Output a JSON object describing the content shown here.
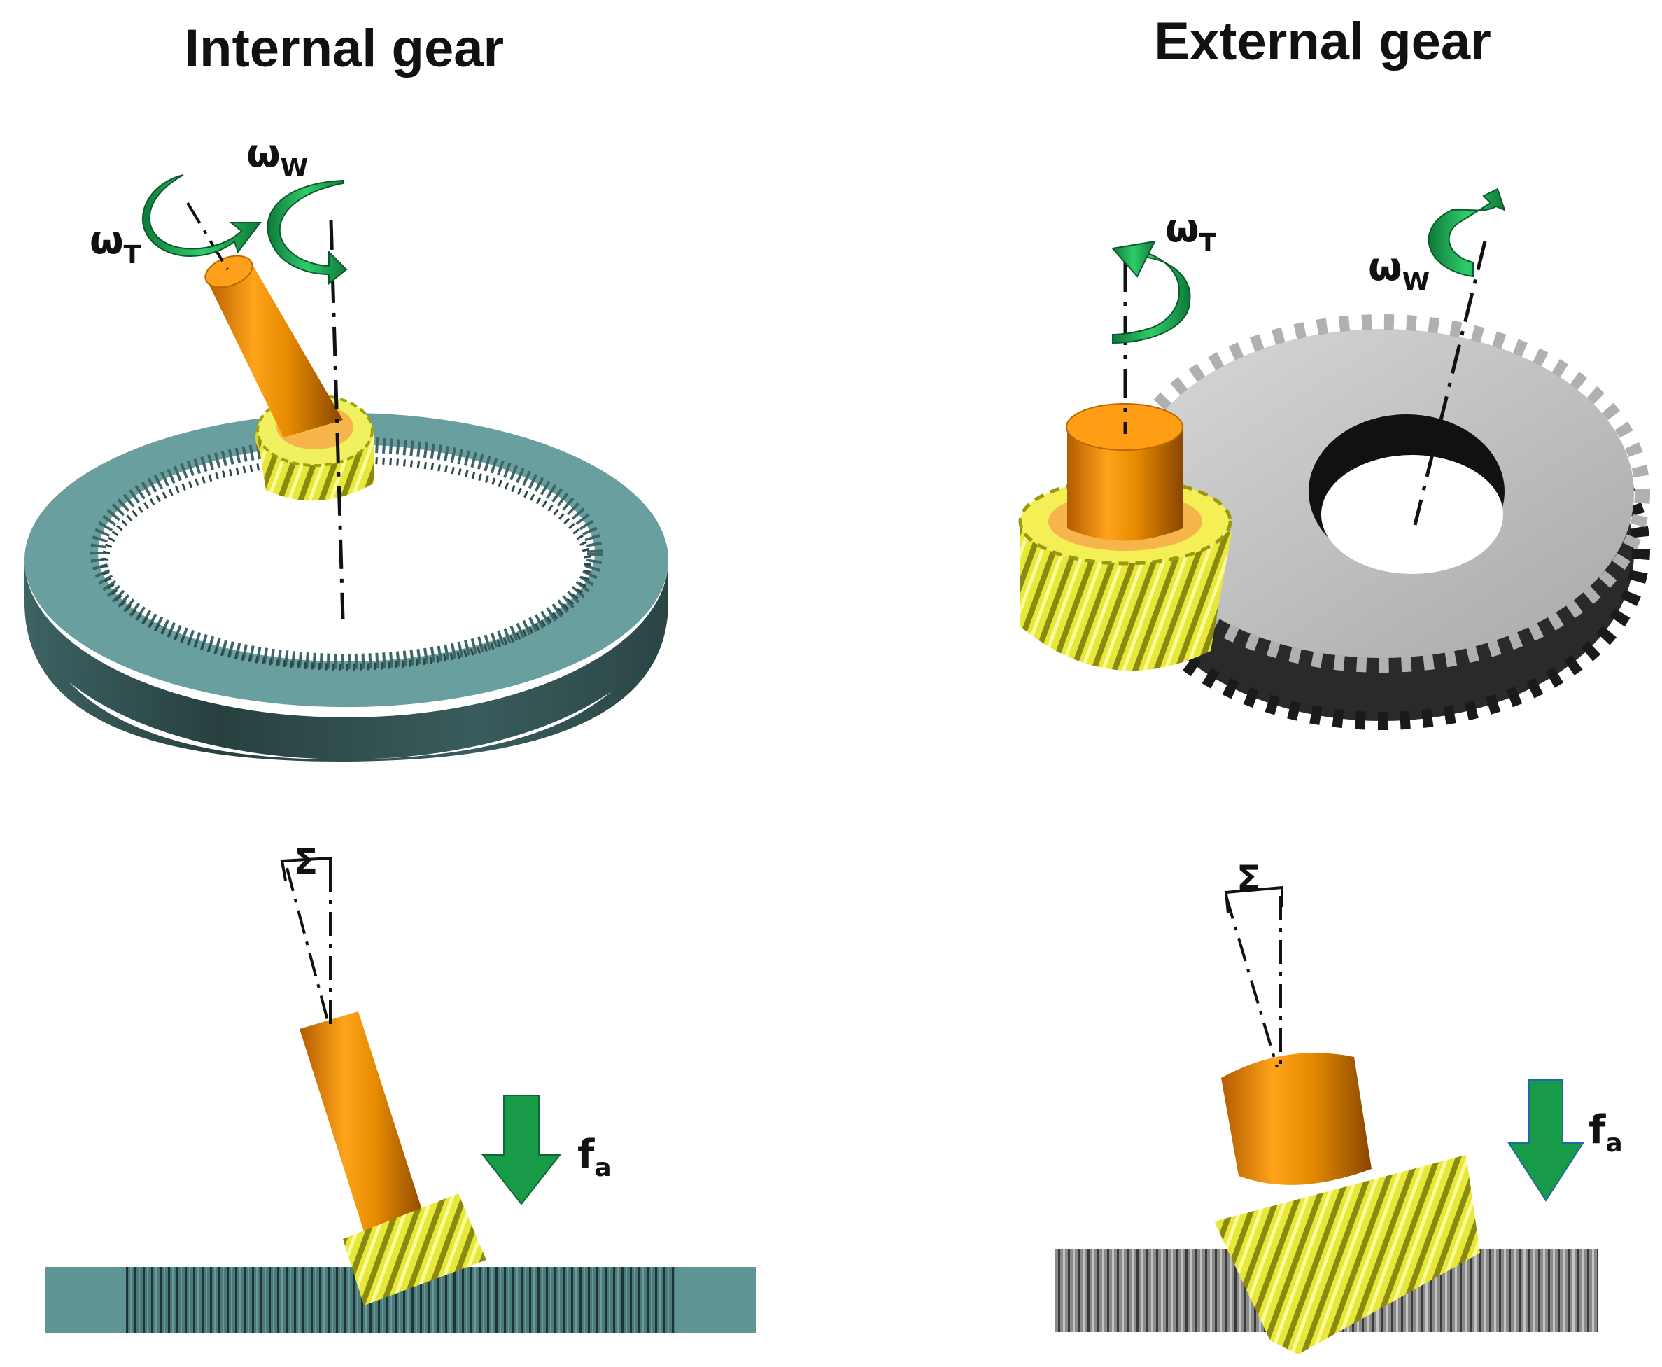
{
  "panels": {
    "internal": {
      "title": "Internal gear"
    },
    "external": {
      "title": "External gear"
    }
  },
  "labels": {
    "omega": "ω",
    "tool_sub": "T",
    "work_sub": "W",
    "sigma": "Σ",
    "force": "f",
    "force_sub": "a"
  },
  "colors": {
    "ring_gear": "#5f9494",
    "ring_gear_dark": "#2f4c4c",
    "tool_shaft": "#e68a00",
    "tool_gear": "#e6e62a",
    "external_gear": "#b9b9b9",
    "rotation_arrow": "#1a9a52",
    "force_arrow": "#189b48"
  },
  "icons": [
    "rotation-arrow-icon",
    "force-arrow-icon"
  ]
}
